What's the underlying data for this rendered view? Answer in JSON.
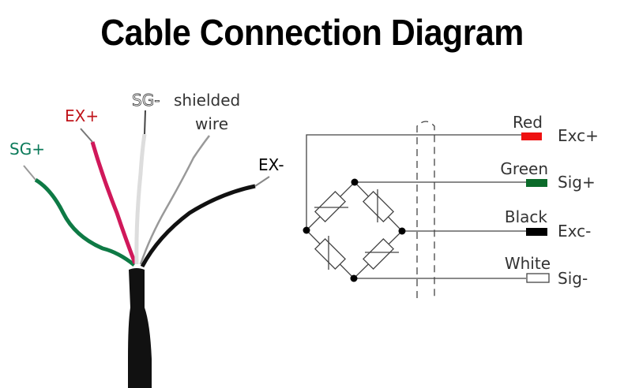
{
  "title": "Cable Connection Diagram",
  "photo_labels": {
    "sg_plus": "SG+",
    "ex_plus": "EX+",
    "sg_minus": "SG-",
    "shielded_line1": "shielded",
    "shielded_line2": "wire",
    "ex_minus": "EX-"
  },
  "colors": {
    "sg_plus_label": "#0b7a5a",
    "ex_plus_label": "#c0151b",
    "green_wire": "#0e7a45",
    "red_wire": "#d0185a",
    "red_swatch": "#ee1111",
    "green_swatch": "#0b6b2a",
    "black_swatch": "#000000",
    "white_swatch": "#ffffff"
  },
  "schematic": {
    "rows": [
      {
        "wire": "Red",
        "signal": "Exc+"
      },
      {
        "wire": "Green",
        "signal": "Sig+"
      },
      {
        "wire": "Black",
        "signal": "Exc-"
      },
      {
        "wire": "White",
        "signal": "Sig-"
      }
    ]
  }
}
